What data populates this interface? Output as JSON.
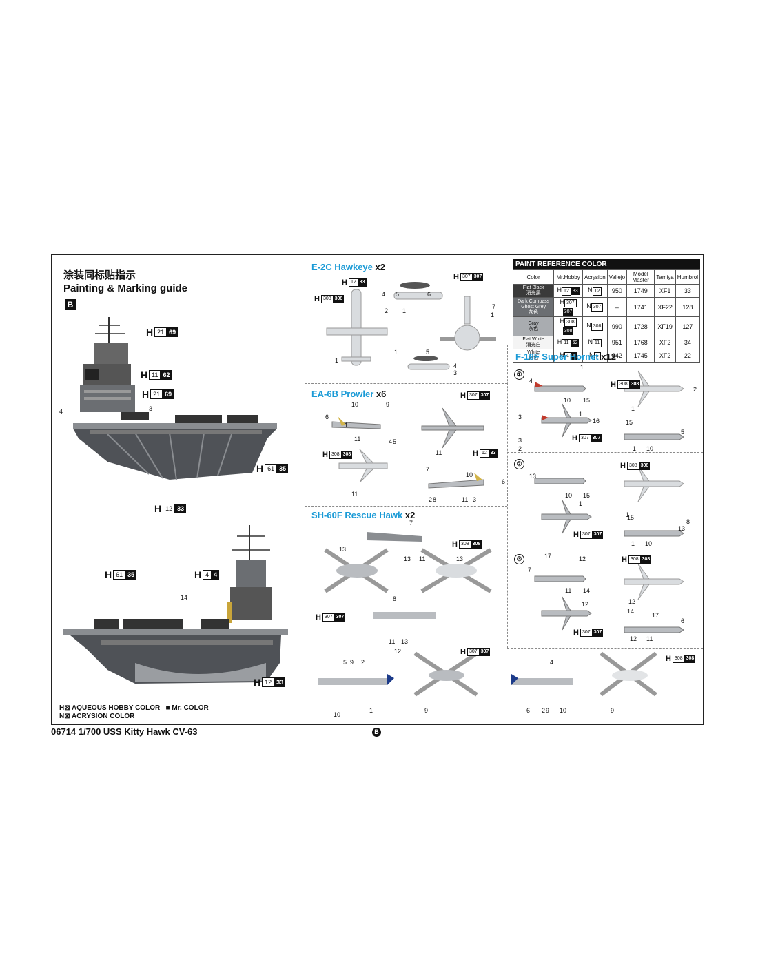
{
  "header": {
    "title_cn": "涂装同标贴指示",
    "title_en": "Painting & Marking guide",
    "section_badge": "B"
  },
  "ship_top": {
    "codes": [
      {
        "h": "H",
        "a": "21",
        "b": "69"
      },
      {
        "h": "H",
        "a": "11",
        "b": "62"
      },
      {
        "h": "H",
        "a": "21",
        "b": "69"
      },
      {
        "h": "H",
        "a": "61",
        "b": "35"
      },
      {
        "h": "H",
        "a": "12",
        "b": "33"
      }
    ],
    "labels": [
      "4",
      "3"
    ]
  },
  "ship_bottom": {
    "codes": [
      {
        "h": "H",
        "a": "61",
        "b": "35"
      },
      {
        "h": "H",
        "a": "4",
        "b": "4"
      },
      {
        "h": "H",
        "a": "12",
        "b": "33"
      }
    ],
    "labels": [
      "14"
    ]
  },
  "legend": {
    "aqueous": "AQUEOUS HOBBY COLOR",
    "mr": "Mr. COLOR",
    "acrysion": "ACRYSION COLOR",
    "h_prefix": "H",
    "n_prefix": "N"
  },
  "e2c": {
    "title": "E-2C Hawkeye",
    "count": "x2",
    "codes": [
      {
        "h": "H",
        "a": "12",
        "b": "33"
      },
      {
        "h": "H",
        "a": "307",
        "b": "307"
      },
      {
        "h": "H",
        "a": "308",
        "b": "308"
      }
    ],
    "labels": [
      "4",
      "5",
      "6",
      "2",
      "1",
      "1",
      "1",
      "7",
      "1",
      "5",
      "4",
      "3"
    ]
  },
  "ea6b": {
    "title": "EA-6B Prowler",
    "count": "x6",
    "codes": [
      {
        "h": "H",
        "a": "307",
        "b": "307"
      },
      {
        "h": "H",
        "a": "308",
        "b": "308"
      },
      {
        "h": "H",
        "a": "12",
        "b": "33"
      }
    ],
    "labels": [
      "10",
      "9",
      "6",
      "1",
      "11",
      "4",
      "5",
      "11",
      "7",
      "10",
      "6",
      "11",
      "2",
      "8",
      "11",
      "3"
    ]
  },
  "sh60f": {
    "title": "SH-60F Rescue Hawk",
    "count": "x2",
    "codes": [
      {
        "h": "H",
        "a": "308",
        "b": "308"
      },
      {
        "h": "H",
        "a": "307",
        "b": "307"
      },
      {
        "h": "H",
        "a": "307",
        "b": "307"
      },
      {
        "h": "H",
        "a": "308",
        "b": "308"
      }
    ],
    "labels": [
      "7",
      "13",
      "13",
      "11",
      "13",
      "8",
      "11",
      "13",
      "12",
      "5",
      "9",
      "2",
      "1",
      "10",
      "9",
      "4",
      "6",
      "2",
      "9",
      "10",
      "9"
    ]
  },
  "paint_ref": {
    "title": "PAINT  REFERENCE COLOR",
    "headers": [
      "Color",
      "Mr.Hobby",
      "Acrysion",
      "Vallejo",
      "Model Master",
      "Tamiya",
      "Humbrol"
    ],
    "rows": [
      {
        "color": "Flat Black",
        "color_cn": "消光黑",
        "swatch": "#3a3a3a",
        "mh_a": "12",
        "mh_b": "33",
        "acr": "12",
        "vallejo": "950",
        "mm": "1749",
        "tamiya": "XF1",
        "humbrol": "33"
      },
      {
        "color": "Dark Compass Ghost Grey",
        "color_cn": "灰色",
        "swatch": "#6b6e72",
        "mh_a": "307",
        "mh_b": "307",
        "acr": "307",
        "vallejo": "–",
        "mm": "1741",
        "tamiya": "XF22",
        "humbrol": "128"
      },
      {
        "color": "Gray",
        "color_cn": "灰色",
        "swatch": "#a9acb0",
        "mh_a": "308",
        "mh_b": "308",
        "acr": "308",
        "vallejo": "990",
        "mm": "1728",
        "tamiya": "XF19",
        "humbrol": "127"
      },
      {
        "color": "Flat White",
        "color_cn": "消光白",
        "swatch": "#f4f4f4",
        "mh_a": "11",
        "mh_b": "62",
        "acr": "11",
        "vallejo": "951",
        "mm": "1768",
        "tamiya": "XF2",
        "humbrol": "34"
      },
      {
        "color": "White",
        "color_cn": "白色",
        "swatch": "#ffffff",
        "mh_a": "1",
        "mh_b": "1",
        "acr": "1",
        "vallejo": "842",
        "mm": "1745",
        "tamiya": "XF2",
        "humbrol": "22"
      }
    ]
  },
  "f18f": {
    "title": "F-18F Super Hornet",
    "count": "x12",
    "variants": [
      "①",
      "②",
      "③"
    ],
    "codes": [
      {
        "h": "H",
        "a": "308",
        "b": "308"
      },
      {
        "h": "H",
        "a": "307",
        "b": "307"
      },
      {
        "h": "H",
        "a": "308",
        "b": "308"
      },
      {
        "h": "H",
        "a": "307",
        "b": "307"
      },
      {
        "h": "H",
        "a": "308",
        "b": "308"
      },
      {
        "h": "H",
        "a": "307",
        "b": "307"
      }
    ],
    "labels": [
      "1",
      "4",
      "10",
      "15",
      "2",
      "3",
      "1",
      "16",
      "3",
      "2",
      "1",
      "15",
      "5",
      "1",
      "10",
      "13",
      "1",
      "10",
      "15",
      "1",
      "15",
      "8",
      "13",
      "1",
      "10",
      "17",
      "12",
      "7",
      "11",
      "14",
      "12",
      "12",
      "14",
      "17",
      "6",
      "12",
      "11"
    ]
  },
  "footer": {
    "product": "06714 1/700 USS Kitty Hawk CV-63",
    "page_mark": "B"
  },
  "colors": {
    "accent_blue": "#1a9ad6",
    "ship_hull": "#4f5257",
    "aircraft_gray": "#b9bcc0"
  }
}
